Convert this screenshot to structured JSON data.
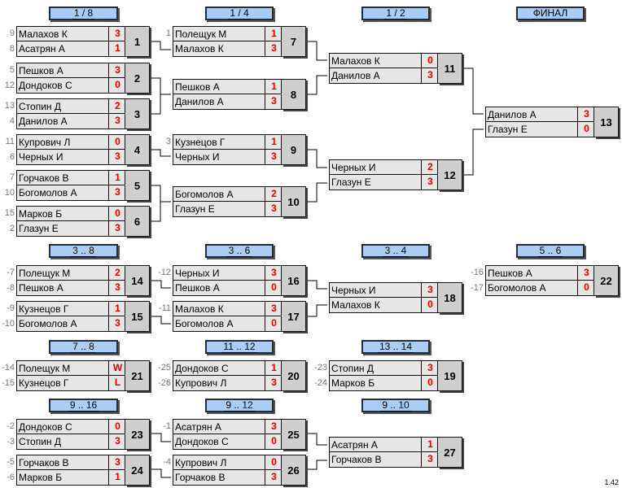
{
  "headers": [
    "1 / 8",
    "1 / 4",
    "1 / 2",
    "ФИНАЛ",
    "3 .. 8",
    "3 .. 6",
    "3 .. 4",
    "5 .. 6",
    "7 .. 8",
    "11 .. 12",
    "13 .. 14",
    "9 .. 16",
    "9 .. 12",
    "9 .. 10"
  ],
  "matches": [
    {
      "num": "1",
      "p1": "Малахов К",
      "s1": "3",
      "p2": "Асатрян А",
      "s2": "1",
      "seed1": "9",
      "seed2": "8"
    },
    {
      "num": "2",
      "p1": "Пешков А",
      "s1": "3",
      "p2": "Дондоков С",
      "s2": "0",
      "seed1": "5",
      "seed2": "12"
    },
    {
      "num": "3",
      "p1": "Стопин Д",
      "s1": "2",
      "p2": "Данилов А",
      "s2": "3",
      "seed1": "13",
      "seed2": "4"
    },
    {
      "num": "4",
      "p1": "Купрович Л",
      "s1": "0",
      "p2": "Черных И",
      "s2": "3",
      "seed1": "11",
      "seed2": "6"
    },
    {
      "num": "5",
      "p1": "Горчаков В",
      "s1": "1",
      "p2": "Богомолов А",
      "s2": "3",
      "seed1": "7",
      "seed2": "10"
    },
    {
      "num": "6",
      "p1": "Марков Б",
      "s1": "0",
      "p2": "Глазун Е",
      "s2": "3",
      "seed1": "15",
      "seed2": "2"
    },
    {
      "num": "7",
      "p1": "Полещук М",
      "s1": "1",
      "p2": "Малахов К",
      "s2": "3",
      "seed1": "1",
      "seed2": ""
    },
    {
      "num": "8",
      "p1": "Пешков А",
      "s1": "1",
      "p2": "Данилов А",
      "s2": "3",
      "seed1": "",
      "seed2": ""
    },
    {
      "num": "9",
      "p1": "Кузнецов Г",
      "s1": "1",
      "p2": "Черных И",
      "s2": "3",
      "seed1": "3",
      "seed2": ""
    },
    {
      "num": "10",
      "p1": "Богомолов А",
      "s1": "2",
      "p2": "Глазун Е",
      "s2": "3",
      "seed1": "",
      "seed2": ""
    },
    {
      "num": "11",
      "p1": "Малахов К",
      "s1": "0",
      "p2": "Данилов А",
      "s2": "3",
      "seed1": "",
      "seed2": ""
    },
    {
      "num": "12",
      "p1": "Черных И",
      "s1": "2",
      "p2": "Глазун Е",
      "s2": "3",
      "seed1": "",
      "seed2": ""
    },
    {
      "num": "13",
      "p1": "Данилов А",
      "s1": "3",
      "p2": "Глазун Е",
      "s2": "0",
      "seed1": "",
      "seed2": ""
    },
    {
      "num": "14",
      "p1": "Полещук М",
      "s1": "2",
      "p2": "Пешков А",
      "s2": "3",
      "seed1": "-7",
      "seed2": "-8"
    },
    {
      "num": "15",
      "p1": "Кузнецов Г",
      "s1": "1",
      "p2": "Богомолов А",
      "s2": "3",
      "seed1": "-9",
      "seed2": "-10"
    },
    {
      "num": "16",
      "p1": "Черных И",
      "s1": "3",
      "p2": "Пешков А",
      "s2": "0",
      "seed1": "-12",
      "seed2": ""
    },
    {
      "num": "17",
      "p1": "Малахов К",
      "s1": "3",
      "p2": "Богомолов А",
      "s2": "0",
      "seed1": "-11",
      "seed2": ""
    },
    {
      "num": "18",
      "p1": "Черных И",
      "s1": "3",
      "p2": "Малахов К",
      "s2": "0",
      "seed1": "",
      "seed2": ""
    },
    {
      "num": "22",
      "p1": "Пешков А",
      "s1": "3",
      "p2": "Богомолов А",
      "s2": "0",
      "seed1": "-16",
      "seed2": "-17"
    },
    {
      "num": "21",
      "p1": "Полещук М",
      "s1": "W",
      "p2": "Кузнецов Г",
      "s2": "L",
      "seed1": "-14",
      "seed2": "-15"
    },
    {
      "num": "20",
      "p1": "Дондоков С",
      "s1": "1",
      "p2": "Купрович Л",
      "s2": "3",
      "seed1": "-25",
      "seed2": "-26"
    },
    {
      "num": "19",
      "p1": "Стопин Д",
      "s1": "3",
      "p2": "Марков Б",
      "s2": "0",
      "seed1": "-23",
      "seed2": "-24"
    },
    {
      "num": "23",
      "p1": "Дондоков С",
      "s1": "0",
      "p2": "Стопин Д",
      "s2": "3",
      "seed1": "-2",
      "seed2": "-3"
    },
    {
      "num": "24",
      "p1": "Горчаков В",
      "s1": "3",
      "p2": "Марков Б",
      "s2": "1",
      "seed1": "-5",
      "seed2": "-6"
    },
    {
      "num": "25",
      "p1": "Асатрян А",
      "s1": "3",
      "p2": "Дондоков С",
      "s2": "0",
      "seed1": "-1",
      "seed2": ""
    },
    {
      "num": "26",
      "p1": "Купрович Л",
      "s1": "0",
      "p2": "Горчаков В",
      "s2": "3",
      "seed1": "-4",
      "seed2": ""
    },
    {
      "num": "27",
      "p1": "Асатрян А",
      "s1": "1",
      "p2": "Горчаков В",
      "s2": "3",
      "seed1": "",
      "seed2": ""
    }
  ],
  "version": "1.42"
}
